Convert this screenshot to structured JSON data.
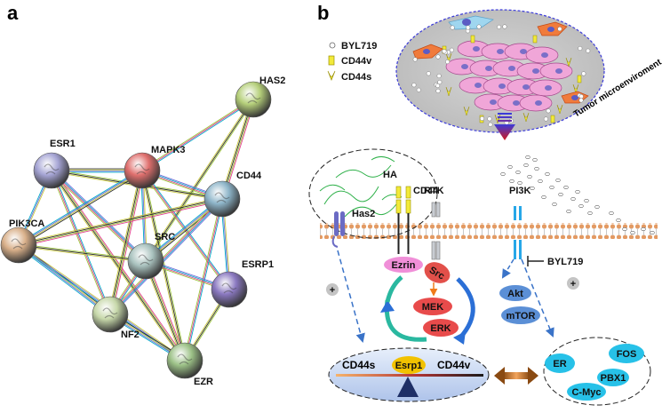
{
  "panel_a": {
    "label": "a",
    "nodes": [
      {
        "id": "HAS2",
        "label": "HAS2",
        "color": "#b5cf7a"
      },
      {
        "id": "ESR1",
        "label": "ESR1",
        "color": "#a5a4d4"
      },
      {
        "id": "MAPK3",
        "label": "MAPK3",
        "color": "#df6f6d"
      },
      {
        "id": "CD44",
        "label": "CD44",
        "color": "#8eb5c9"
      },
      {
        "id": "PIK3CA",
        "label": "PIK3CA",
        "color": "#d9b08a"
      },
      {
        "id": "SRC",
        "label": "SRC",
        "color": "#a9c2be"
      },
      {
        "id": "ESRP1",
        "label": "ESRP1",
        "color": "#8a78c0"
      },
      {
        "id": "NF2",
        "label": "NF2",
        "color": "#c7d8aa"
      },
      {
        "id": "EZR",
        "label": "EZR",
        "color": "#9cc187"
      }
    ],
    "edges": [
      [
        "HAS2",
        "MAPK3"
      ],
      [
        "HAS2",
        "CD44"
      ],
      [
        "HAS2",
        "SRC"
      ],
      [
        "ESR1",
        "MAPK3"
      ],
      [
        "ESR1",
        "PIK3CA"
      ],
      [
        "ESR1",
        "SRC"
      ],
      [
        "ESR1",
        "NF2"
      ],
      [
        "ESR1",
        "EZR"
      ],
      [
        "ESR1",
        "CD44"
      ],
      [
        "MAPK3",
        "PIK3CA"
      ],
      [
        "MAPK3",
        "SRC"
      ],
      [
        "MAPK3",
        "CD44"
      ],
      [
        "MAPK3",
        "ESRP1"
      ],
      [
        "MAPK3",
        "NF2"
      ],
      [
        "MAPK3",
        "EZR"
      ],
      [
        "CD44",
        "SRC"
      ],
      [
        "CD44",
        "ESRP1"
      ],
      [
        "CD44",
        "NF2"
      ],
      [
        "CD44",
        "EZR"
      ],
      [
        "CD44",
        "PIK3CA"
      ],
      [
        "PIK3CA",
        "SRC"
      ],
      [
        "PIK3CA",
        "NF2"
      ],
      [
        "PIK3CA",
        "EZR"
      ],
      [
        "SRC",
        "ESRP1"
      ],
      [
        "SRC",
        "NF2"
      ],
      [
        "SRC",
        "EZR"
      ],
      [
        "ESRP1",
        "EZR"
      ],
      [
        "NF2",
        "EZR"
      ]
    ]
  },
  "panel_b": {
    "label": "b",
    "legend": {
      "byl719": "BYL719",
      "cd44v": "CD44v",
      "cd44s": "CD44s"
    },
    "tumor_label": "Tumor microenviroment",
    "labels": {
      "ha": "HA",
      "cd44": "CD44",
      "rtk": "RTK",
      "pi3k": "PI3K",
      "has2": "Has2",
      "byl719": "BYL719",
      "ezrin": "Ezrin",
      "src": "Src",
      "mek": "MEK",
      "erk": "ERK",
      "akt": "Akt",
      "mtor": "mTOR",
      "plus1": "+",
      "plus2": "+",
      "cd44s": "CD44s",
      "esrp1": "Esrp1",
      "cd44v": "CD44v",
      "er": "ER",
      "fos": "FOS",
      "pbx1": "PBX1",
      "cmyc": "C-Myc"
    },
    "colors": {
      "ezrin": "#f08fd8",
      "src": "#e2504a",
      "mek": "#e84b4b",
      "erk": "#e84b4b",
      "akt": "#5b8fd6",
      "mtor": "#5b8fd6",
      "esrp1": "#f2c200",
      "tf": "#27c1e8",
      "membrane": "#e0a070",
      "arrow_dashed": "#3a73c8"
    }
  }
}
